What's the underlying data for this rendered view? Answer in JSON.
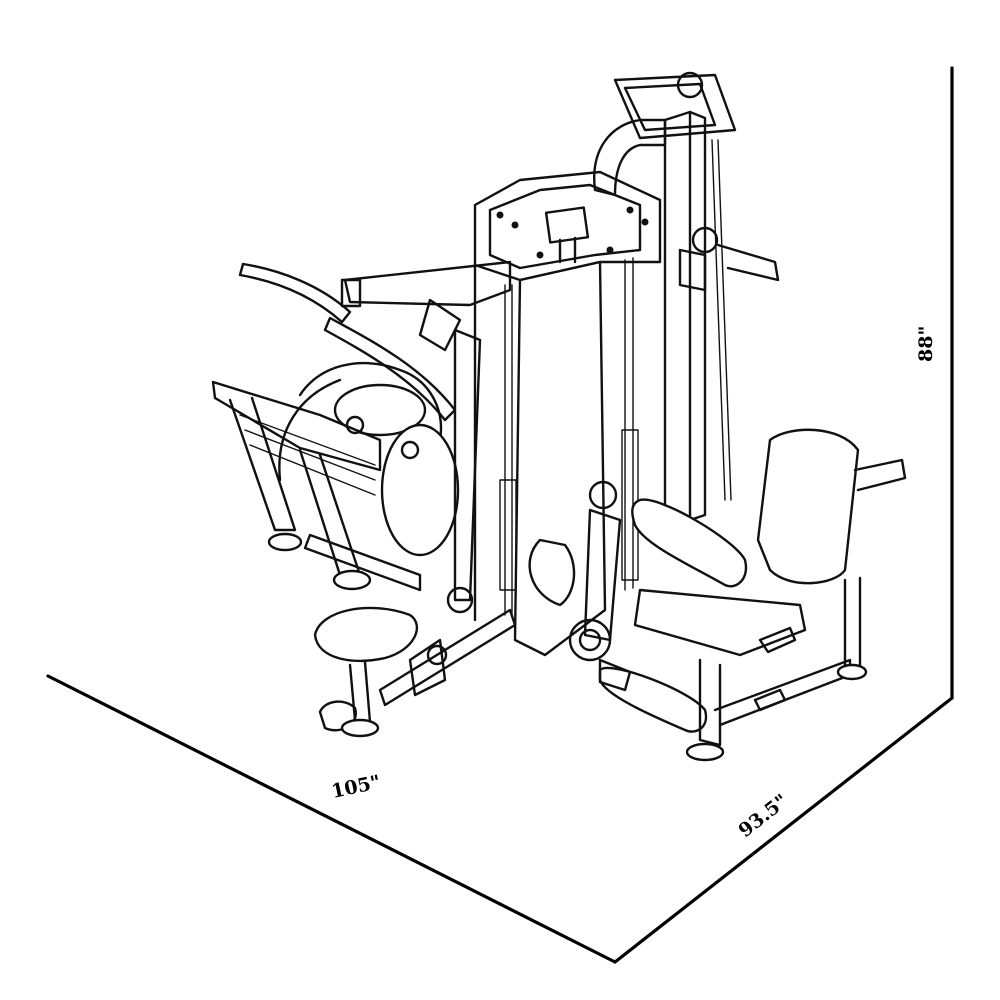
{
  "dimensions": {
    "width_label": "105\"",
    "depth_label": "93.5\"",
    "height_label": "88\""
  },
  "colors": {
    "line": "#111111",
    "background": "#ffffff"
  }
}
